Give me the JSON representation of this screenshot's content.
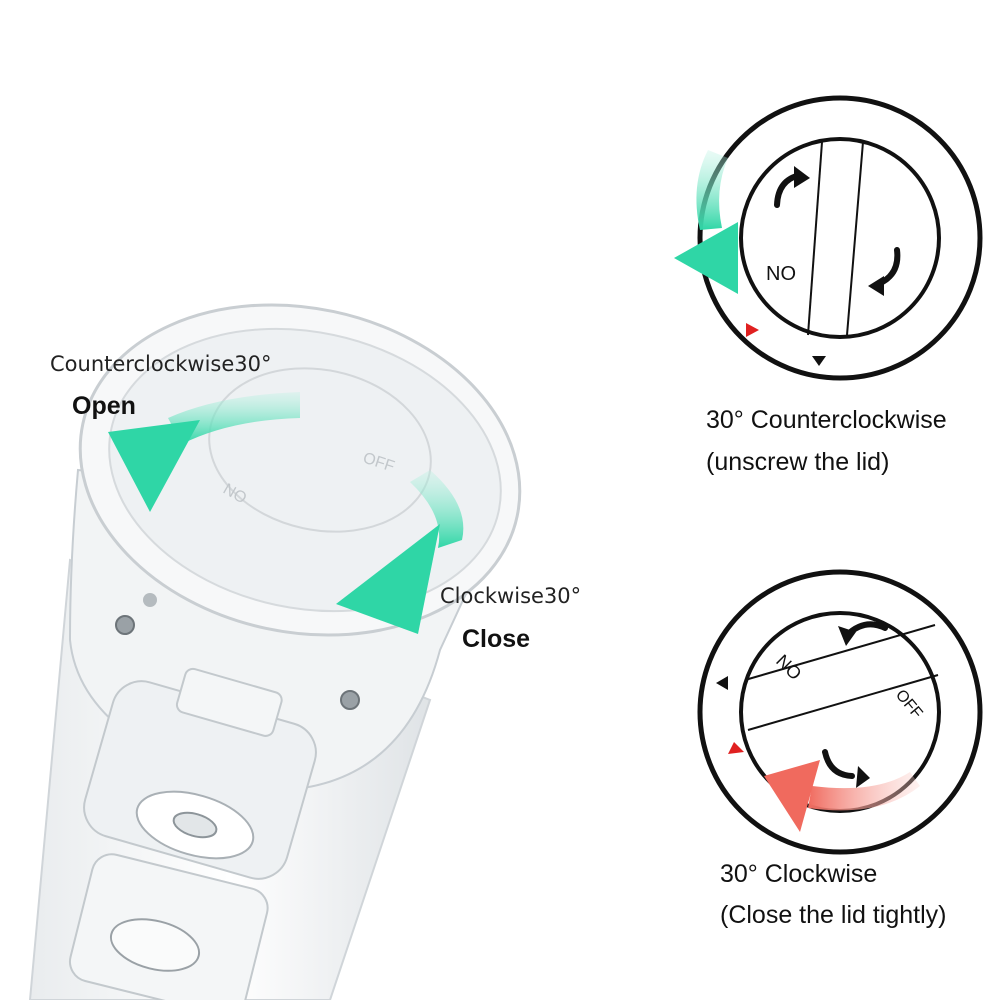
{
  "left_labels": {
    "open_direction": "Counterclockwise30°",
    "open": "Open",
    "close_direction": "Clockwise30°",
    "close": "Close"
  },
  "top_dial": {
    "label_no": "NO",
    "caption_line1": "30°  Counterclockwise",
    "caption_line2": "(unscrew the lid)"
  },
  "bottom_dial": {
    "label_no": "NO",
    "label_off": "OFF",
    "caption_line1": "30°  Clockwise",
    "caption_line2": "(Close the lid tightly)"
  },
  "device": {
    "lid_text_off": "OFF",
    "lid_text_no": "NO"
  },
  "colors": {
    "open_arrow": "#2fd6a6",
    "close_arrow": "#f06a5e",
    "marker_red": "#e02020",
    "marker_black": "#111111"
  }
}
